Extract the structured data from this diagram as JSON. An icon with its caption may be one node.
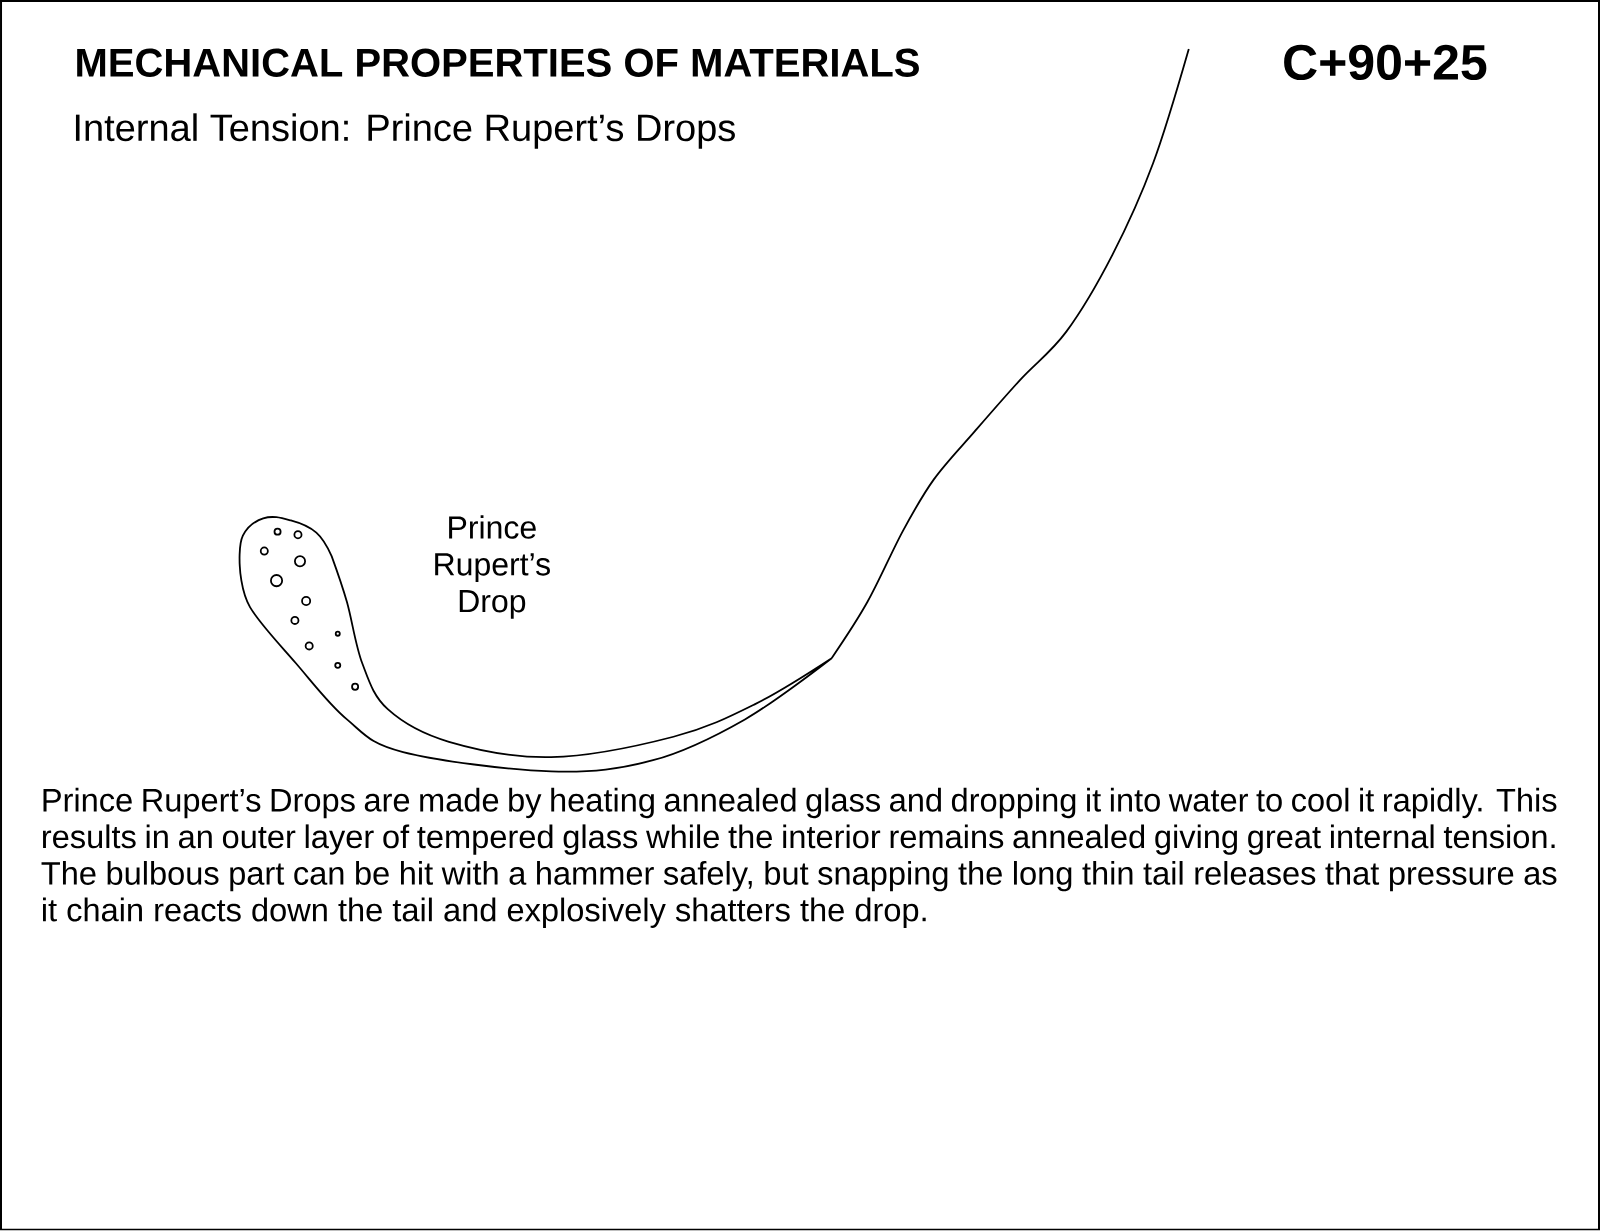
{
  "diagram": {
    "title": "MECHANICAL PROPERTIES OF MATERIALS",
    "labels": [
      "C+90+25",
      "Internal Tension: Prince Rupert’s Drops",
      "Prince Rupert’s Drop",
      "Prince Rupert’s Drops are made by heating annealed glass and dropping it into water to cool it rapidly. This results in an outer layer of tempered glass while the interior remains annealed giving great internal tension. The bulbous part can be hit with a hammer safely, but snapping the long thin tail releases that pressure as it chain reacts down the tail and explosively shatters the drop."
    ]
  }
}
